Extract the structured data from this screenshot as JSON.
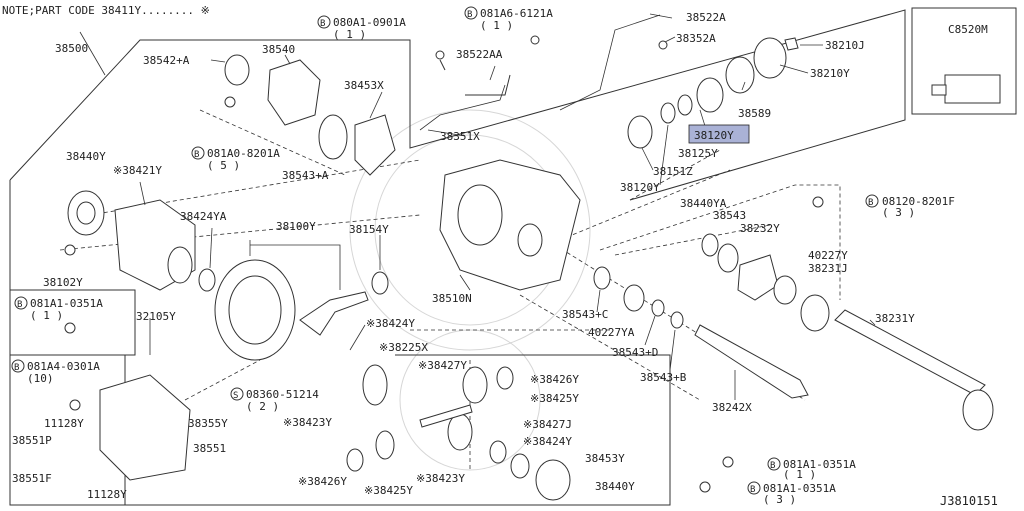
{
  "note": "NOTE;PART CODE  38411Y........ ※",
  "inset_label": "C8520M",
  "figure_id": "J3810151",
  "highlight_part": "38120Y",
  "labels": [
    {
      "id": "l38500",
      "text": "38500"
    },
    {
      "id": "l38542a",
      "text": "38542+A"
    },
    {
      "id": "l38540",
      "text": "38540"
    },
    {
      "id": "l081a0901a",
      "text": "080A1-0901A"
    },
    {
      "id": "l081a0901a_q",
      "text": "( 1 )"
    },
    {
      "id": "l081a6",
      "text": "081A6-6121A"
    },
    {
      "id": "l081a6_q",
      "text": "( 1 )"
    },
    {
      "id": "l38522a",
      "text": "38522A"
    },
    {
      "id": "l38352a",
      "text": "38352A"
    },
    {
      "id": "l38522aa",
      "text": "38522AA"
    },
    {
      "id": "l38210j",
      "text": "38210J"
    },
    {
      "id": "l38210y",
      "text": "38210Y"
    },
    {
      "id": "l38589",
      "text": "38589"
    },
    {
      "id": "l38453x",
      "text": "38453X"
    },
    {
      "id": "l38351x",
      "text": "38351X"
    },
    {
      "id": "l38125y",
      "text": "38125Y"
    },
    {
      "id": "l38120y_hl",
      "text": "38120Y"
    },
    {
      "id": "l081a08201a",
      "text": "081A0-8201A"
    },
    {
      "id": "l081a08201a_q",
      "text": "( 5 )"
    },
    {
      "id": "l38543a",
      "text": "38543+A"
    },
    {
      "id": "l38151z",
      "text": "38151Z"
    },
    {
      "id": "l38120y",
      "text": "38120Y"
    },
    {
      "id": "l38440y_top",
      "text": "38440Y"
    },
    {
      "id": "l38421y",
      "text": "※38421Y"
    },
    {
      "id": "l38424ya",
      "text": "38424YA"
    },
    {
      "id": "l38100y",
      "text": "38100Y"
    },
    {
      "id": "l38154y",
      "text": "38154Y"
    },
    {
      "id": "l38440ya",
      "text": "38440YA"
    },
    {
      "id": "l08120",
      "text": "08120-8201F"
    },
    {
      "id": "l08120_q",
      "text": "( 3 )"
    },
    {
      "id": "l38543",
      "text": "38543"
    },
    {
      "id": "l38232y",
      "text": "38232Y"
    },
    {
      "id": "l40227y",
      "text": "40227Y"
    },
    {
      "id": "l38231j",
      "text": "38231J"
    },
    {
      "id": "l38102y",
      "text": "38102Y"
    },
    {
      "id": "l38510n",
      "text": "38510N"
    },
    {
      "id": "l081a10351a_l",
      "text": "081A1-0351A"
    },
    {
      "id": "l081a10351a_lq",
      "text": "( 1 )"
    },
    {
      "id": "l32105y",
      "text": "32105Y"
    },
    {
      "id": "l38424y_a",
      "text": "※38424Y"
    },
    {
      "id": "l38543c",
      "text": "38543+C"
    },
    {
      "id": "l40227ya",
      "text": "40227YA"
    },
    {
      "id": "l38543d",
      "text": "38543+D"
    },
    {
      "id": "l38543b",
      "text": "38543+B"
    },
    {
      "id": "l38231y",
      "text": "38231Y"
    },
    {
      "id": "l081a40301a",
      "text": "081A4-0301A"
    },
    {
      "id": "l081a40301a_q",
      "text": "(10)"
    },
    {
      "id": "l38225x",
      "text": "※38225X"
    },
    {
      "id": "l38427y",
      "text": "※38427Y"
    },
    {
      "id": "l38426y_a",
      "text": "※38426Y"
    },
    {
      "id": "l08360",
      "text": "08360-51214"
    },
    {
      "id": "l08360_q",
      "text": "( 2 )"
    },
    {
      "id": "l38425y_a",
      "text": "※38425Y"
    },
    {
      "id": "l38242x",
      "text": "38242X"
    },
    {
      "id": "l11128y_a",
      "text": "11128Y"
    },
    {
      "id": "l38355y",
      "text": "38355Y"
    },
    {
      "id": "l38423y_a",
      "text": "※38423Y"
    },
    {
      "id": "l38427j",
      "text": "※38427J"
    },
    {
      "id": "l38551p",
      "text": "38551P"
    },
    {
      "id": "l38551",
      "text": "38551"
    },
    {
      "id": "l38424y_b",
      "text": "※38424Y"
    },
    {
      "id": "l081a10351a_r1",
      "text": "081A1-0351A"
    },
    {
      "id": "l081a10351a_r1q",
      "text": "( 1 )"
    },
    {
      "id": "l38453y",
      "text": "38453Y"
    },
    {
      "id": "l38551f",
      "text": "38551F"
    },
    {
      "id": "l38426y_b",
      "text": "※38426Y"
    },
    {
      "id": "l38425y_b",
      "text": "※38425Y"
    },
    {
      "id": "l38423y_b",
      "text": "※38423Y"
    },
    {
      "id": "l38440y_bot",
      "text": "38440Y"
    },
    {
      "id": "l11128y_b",
      "text": "11128Y"
    },
    {
      "id": "l081a10351a_r2",
      "text": "081A1-0351A"
    },
    {
      "id": "l081a10351a_r2q",
      "text": "( 3 )"
    }
  ],
  "bolt_prefix": "B",
  "screw_prefix": "S",
  "colors": {
    "highlight": "#aab2d6",
    "line": "#333333"
  }
}
